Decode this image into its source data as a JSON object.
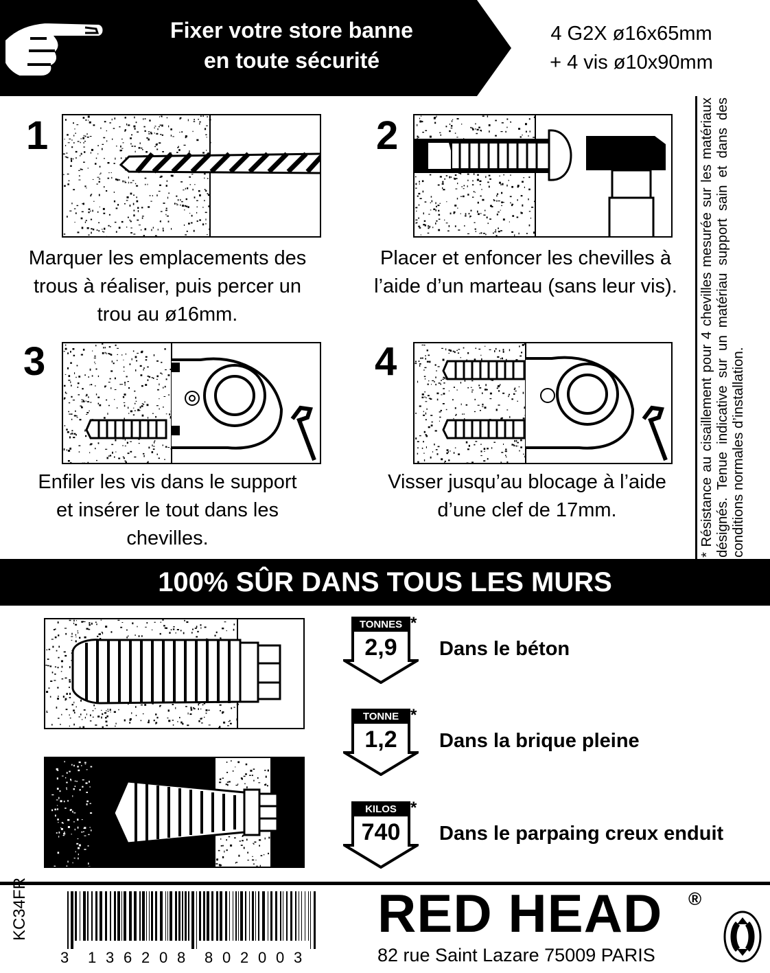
{
  "header": {
    "title_line1": "Fixer votre store banne",
    "title_line2": "en toute sécurité",
    "spec_line1": "4 G2X ø16x65mm",
    "spec_line2": "+ 4 vis ø10x90mm",
    "icon": "pointing-hand-icon"
  },
  "steps": [
    {
      "number": "1",
      "caption_lines": [
        "Marquer les emplacements des",
        "trous à réaliser, puis percer un",
        "trou au ø16mm."
      ]
    },
    {
      "number": "2",
      "caption_lines": [
        "Placer et enfoncer les chevilles à",
        "l’aide d’un marteau (sans leur vis)."
      ]
    },
    {
      "number": "3",
      "caption_lines": [
        "Enfiler les vis dans le support",
        "et insérer le tout dans les",
        "chevilles."
      ]
    },
    {
      "number": "4",
      "caption_lines": [
        "Visser jusqu’au blocage à l’aide",
        "d’une clef de 17mm."
      ]
    }
  ],
  "side_note": "* Résistance au cisaillement pour 4 chevilles mesurée sur les matériaux désignés. Tenue indicative sur un matériau support sain et dans des conditions normales d’installation.",
  "banner": "100% SÛR DANS TOUS LES MURS",
  "ratings": [
    {
      "unit": "TONNES",
      "value": "2,9",
      "star": "*",
      "label": "Dans le béton"
    },
    {
      "unit": "TONNE",
      "value": "1,2",
      "star": "*",
      "label": "Dans la brique pleine"
    },
    {
      "unit": "KILOS",
      "value": "740",
      "star": "*",
      "label": "Dans le parpaing creux enduit"
    }
  ],
  "footer": {
    "sku": "KC34FR",
    "barcode_digits": [
      "3",
      "1",
      "3",
      "6",
      "2",
      "0",
      "8",
      "8",
      "0",
      "2",
      "0",
      "0",
      "3"
    ],
    "brand": "RED HEAD",
    "registered": "®",
    "address": "82 rue Saint Lazare 75009 PARIS",
    "recycle_icon": "green-dot-recycle-icon"
  }
}
